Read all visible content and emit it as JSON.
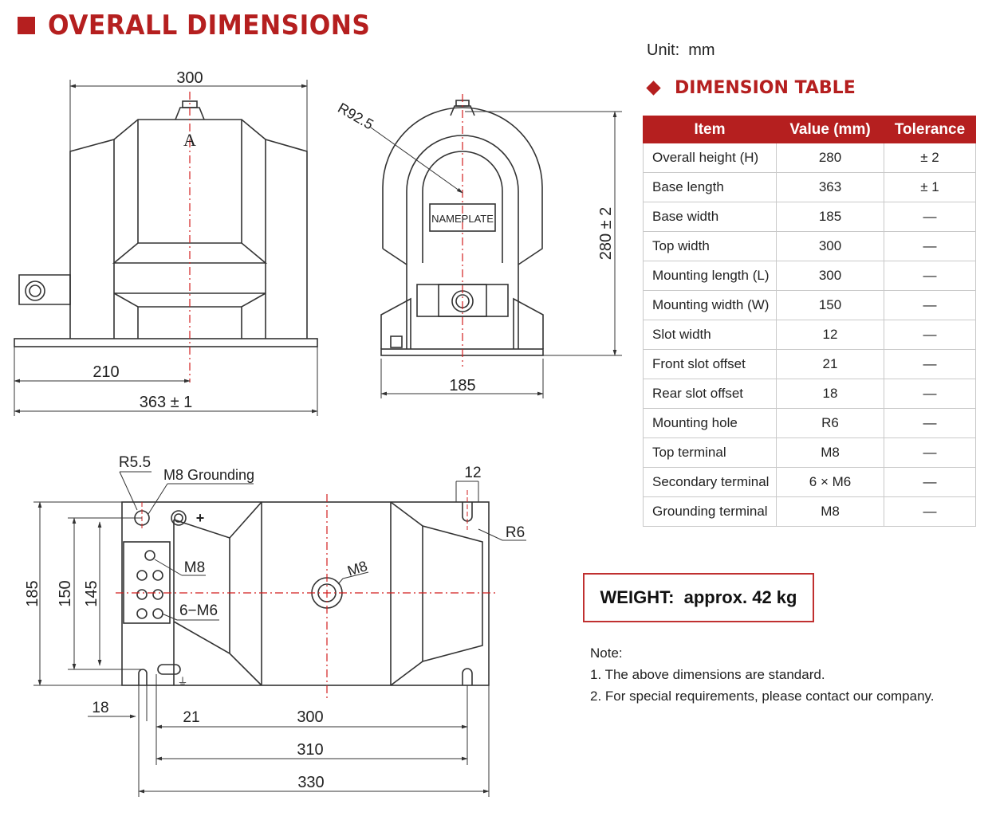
{
  "title": "OVERALL DIMENSIONS",
  "unit": "Unit:  mm",
  "table": {
    "heading": "DIMENSION TABLE",
    "columns": [
      "Item",
      "Value (mm)",
      "Tolerance"
    ],
    "rows": [
      [
        "Overall height (H)",
        "280",
        "± 2"
      ],
      [
        "Base length",
        "363",
        "± 1"
      ],
      [
        "Base width",
        "185",
        "—"
      ],
      [
        "Top width",
        "300",
        "—"
      ],
      [
        "Mounting length (L)",
        "300",
        "—"
      ],
      [
        "Mounting width (W)",
        "150",
        "—"
      ],
      [
        "Slot width",
        "12",
        "—"
      ],
      [
        "Front slot offset",
        "21",
        "—"
      ],
      [
        "Rear slot offset",
        "18",
        "—"
      ],
      [
        "Mounting hole",
        "R6",
        "—"
      ],
      [
        "Top terminal",
        "M8",
        "—"
      ],
      [
        "Secondary terminal",
        "6 × M6",
        "—"
      ],
      [
        "Grounding terminal",
        "M8",
        "—"
      ]
    ]
  },
  "weight": "WEIGHT:  approx. 42 kg",
  "notes": {
    "label": "Note:",
    "items": [
      "1.  The above dimensions are standard.",
      "2.  For special requirements, please contact our company."
    ]
  },
  "drawing": {
    "front": {
      "top_width": "300",
      "offset": "210",
      "base_length": "363 ± 1",
      "terminal_mark": "A"
    },
    "side": {
      "radius": "R92.5",
      "nameplate": "NAMEPLATE",
      "height": "280 ± 2",
      "base_width": "185"
    },
    "plan": {
      "radius": "R5.5",
      "grounding": "M8 Grounding",
      "plus": "+",
      "slot": "12",
      "hole": "R6",
      "terminal_m8": "M8",
      "center_m8": "M8",
      "secondary": "6−M6",
      "h185": "185",
      "h150": "150",
      "h145": "145",
      "d18": "18",
      "d21": "21",
      "d300": "300",
      "d310": "310",
      "d330": "330",
      "ground_symbol": "⏚"
    }
  },
  "colors": {
    "accent": "#b51f1f",
    "line": "#333333",
    "centerline": "#d21f1f"
  }
}
